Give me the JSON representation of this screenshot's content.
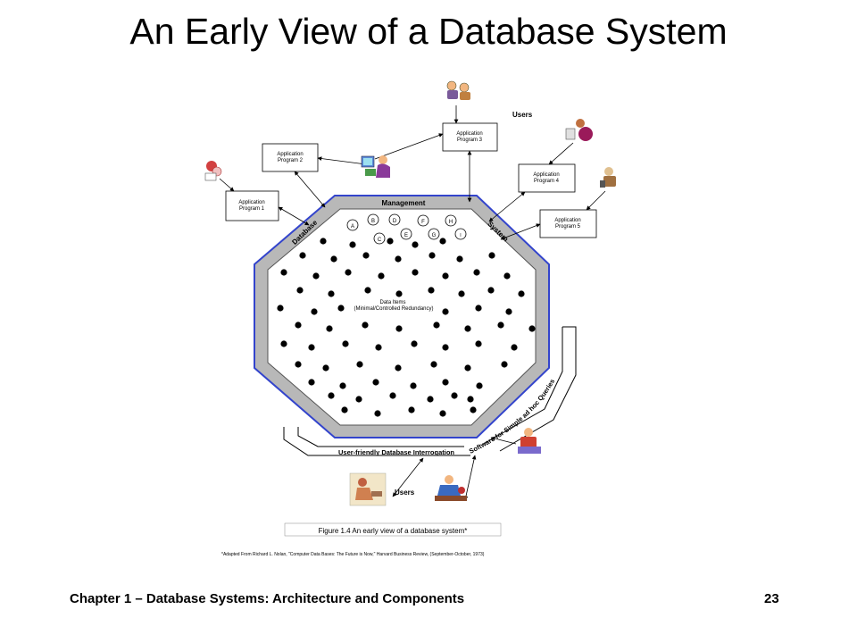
{
  "slide": {
    "title": "An Early View of a Database System",
    "footer_left": "Chapter 1 – Database Systems: Architecture and Components",
    "page_number": "23"
  },
  "diagram": {
    "programs": [
      {
        "line1": "Application",
        "line2": "Program 1"
      },
      {
        "line1": "Application",
        "line2": "Program 2"
      },
      {
        "line1": "Application",
        "line2": "Program 3"
      },
      {
        "line1": "Application",
        "line2": "Program 4"
      },
      {
        "line1": "Application",
        "line2": "Program 5"
      }
    ],
    "users_label_top": "Users",
    "users_label_bottom": "Users",
    "dbms_label_left": "Database",
    "dbms_label_top": "Management",
    "dbms_label_right": "System",
    "data_item_letters": [
      "A",
      "B",
      "C",
      "D",
      "E",
      "F",
      "G",
      "H",
      "I"
    ],
    "data_items_line1": "Data Items",
    "data_items_line2": "(Minimal/Controlled Redundancy)",
    "interrogation_label": "User-friendly Database Interrogation",
    "software_label": "Software for Simple ad hoc Queries",
    "caption": "Figure 1.4  An early view of a database system*",
    "footnote": "*Adapted From Richard L. Nolan, \"Computer Data Bases: The Future is Now,\" Harvard Business Review, (September-October, 1973)",
    "colors": {
      "outer_border": "#3344cc",
      "ring_fill": "#b8b8b8",
      "inner_fill": "#ffffff",
      "dot": "#000000"
    }
  }
}
